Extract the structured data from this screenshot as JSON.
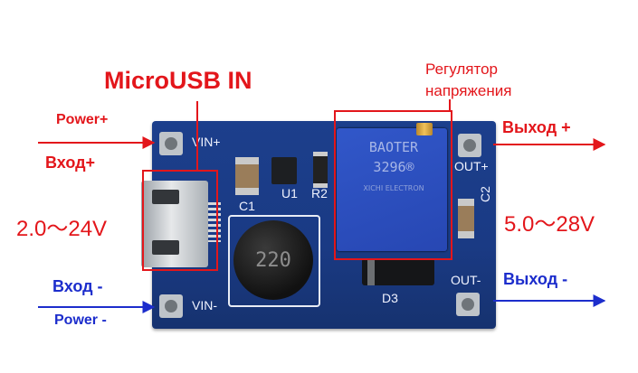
{
  "labels": {
    "microusb_in": "MicroUSB IN",
    "regulator": "Регулятор\nнапряжения",
    "power_plus": "Power+",
    "input_plus": "Вход+",
    "input_range": "2.0～24V",
    "input_minus": "Вход -",
    "power_minus": "Power -",
    "output_plus": "Выход +",
    "output_range": "5.0～28V",
    "output_minus": "Выход -"
  },
  "silkscreen": {
    "vin_plus": "VIN+",
    "vin_minus": "VIN-",
    "out_plus": "OUT+",
    "out_minus": "OUT-",
    "c1": "C1",
    "u1": "U1",
    "r2": "R2",
    "c2": "C2",
    "d3": "D3"
  },
  "components": {
    "inductor_marking": "220",
    "pot_marking": "BAOTER\n3296®",
    "pot_sub": "XICHI ELECTRON"
  },
  "colors": {
    "red": "#e3161b",
    "blue": "#1c2dcc",
    "pcb": "#1b3c88"
  }
}
